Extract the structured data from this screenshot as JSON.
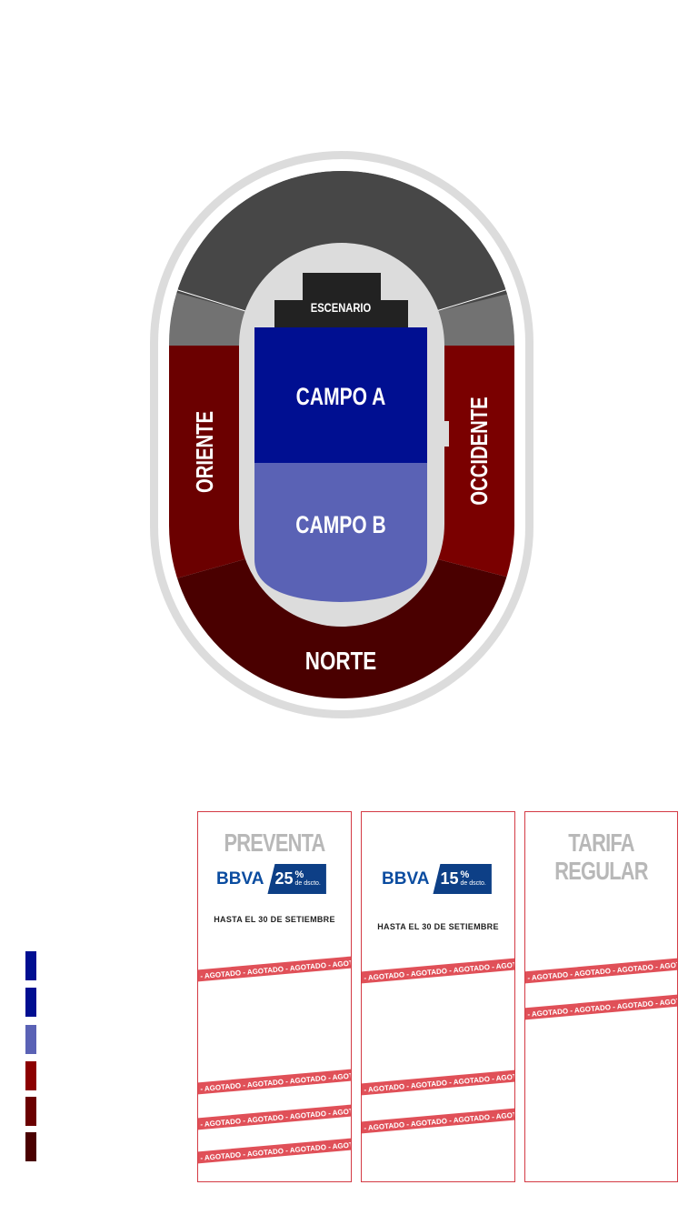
{
  "map": {
    "stage": "ESCENARIO",
    "campo_a": "CAMPO A",
    "campo_b": "CAMPO B",
    "oriente": "ORIENTE",
    "occidente": "OCCIDENTE",
    "norte": "NORTE"
  },
  "colors": {
    "campo_a": "#000f91",
    "campo_b": "#5a62b5",
    "oriente": "#6b0000",
    "occidente": "#7a0000",
    "norte": "#4a0000",
    "stands_dark": "#474747",
    "stands_gray": "#727272",
    "track": "#dcdcdc",
    "stage": "#222222",
    "panel_border": "#d43a44",
    "agotado": "#e05058"
  },
  "legend": {
    "swatches": [
      "#000f91",
      "#000f91",
      "#5a62b5",
      "#8c0000",
      "#6b0000",
      "#4a0000"
    ]
  },
  "panels": [
    {
      "title": "PREVENTA",
      "bank": "BBVA",
      "discount": "25",
      "discount_suffix": "%",
      "discount_note": "de dscto.",
      "until": "HASTA EL 30 DE SETIEMBRE"
    },
    {
      "title": "",
      "bank": "BBVA",
      "discount": "15",
      "discount_suffix": "%",
      "discount_note": "de dscto.",
      "until": "HASTA EL 30 DE SETIEMBRE"
    },
    {
      "title_line1": "TARIFA",
      "title_line2": "REGULAR"
    }
  ],
  "sold_out_text": "- AGOTADO - AGOTADO - AGOTADO - AGOTADO - AGOTADO"
}
